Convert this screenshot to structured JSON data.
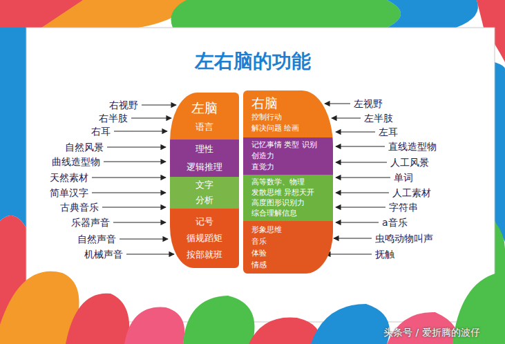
{
  "diagram": {
    "title": "左右脑的功能",
    "nodes": [
      {
        "text": [
          "左脑",
          "语言"
        ]
      },
      {
        "text": [
          "理性",
          "逻辑推理"
        ]
      },
      {
        "text": [
          "文字",
          "分析"
        ]
      },
      {
        "text": [
          "记号",
          "循规蹈矩",
          "按部就班"
        ]
      },
      {
        "text": [
          "右脑",
          "控制行动",
          "解决问题 绘画"
        ]
      },
      {
        "text": [
          "记忆事情 类型 识别",
          "创造力",
          "直觉力"
        ]
      },
      {
        "text": [
          "高等数学、物理",
          "发散思维 异想天开",
          "高度图形识别力",
          "综合理解信息"
        ]
      },
      {
        "text": [
          "形象思维",
          "音乐",
          "体验",
          "情感"
        ]
      }
    ],
    "labels": [
      "右视野",
      "右半肢",
      "右耳",
      "自然风景",
      "曲线造型物",
      "天然素材",
      "简单汉字",
      "古典音乐",
      "乐器声音",
      "自然声音",
      "机械声音",
      "左视野",
      "左半肢",
      "左耳",
      "直线造型物",
      "人工风景",
      "单词",
      "人工素材",
      "字符串",
      "a音乐",
      "虫鸣动物叫声",
      "抚触",
      "头条号 / 爱折腾的波仔"
    ]
  }
}
